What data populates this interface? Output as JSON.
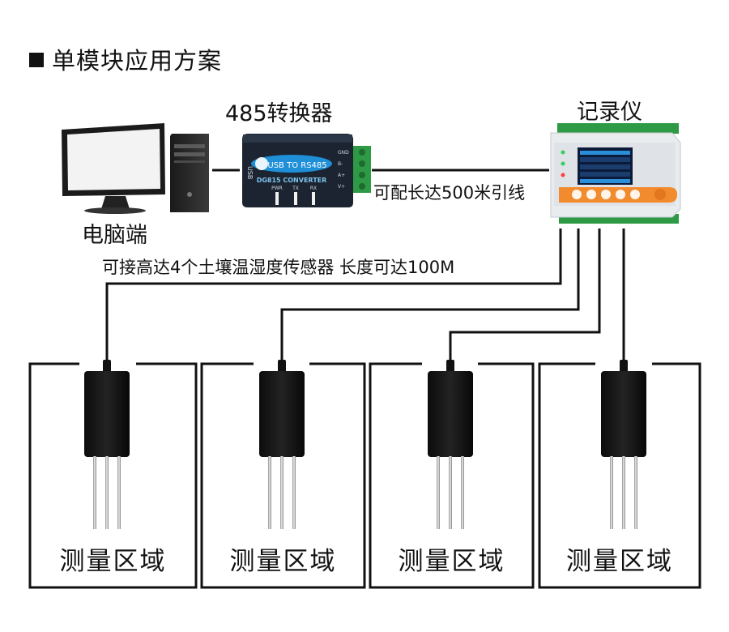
{
  "heading": {
    "title": "单模块应用方案"
  },
  "devices": {
    "computer": {
      "label": "电脑端"
    },
    "converter": {
      "label": "485转换器",
      "panel_text": "USB TO RS485",
      "model_text": "DG815  CONVERTER",
      "side_text": "USB",
      "led_labels": [
        "PWR",
        "TX",
        "RX"
      ],
      "pin_labels": [
        "GND",
        "B-",
        "A+",
        "V+"
      ]
    },
    "recorder": {
      "label": "记录仪"
    }
  },
  "links": {
    "converter_recorder": "可配长达500米引线",
    "sensor_bus": "可接高达4个土壤温湿度传感器 长度可达100M"
  },
  "zones": [
    {
      "label": "测量区域"
    },
    {
      "label": "测量区域"
    },
    {
      "label": "测量区域"
    },
    {
      "label": "测量区域"
    }
  ],
  "colors": {
    "converter_body": "#1b2430",
    "converter_panel": "#1f8fd8",
    "terminal_green": "#2f9a46",
    "recorder_body": "#e9ecef",
    "recorder_screen": "#0c1a3a",
    "recorder_orange": "#f28a2e"
  }
}
